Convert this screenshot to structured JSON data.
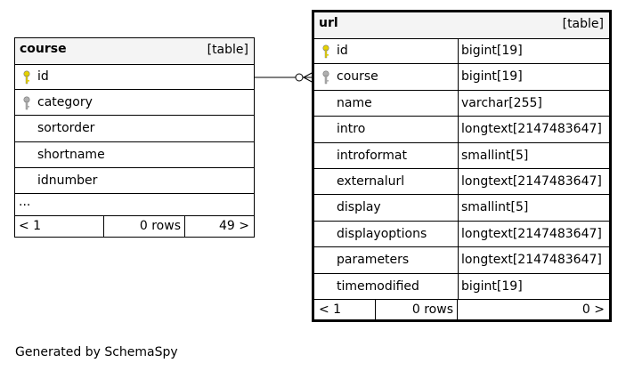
{
  "course_table": {
    "name": "course",
    "tag": "[table]",
    "columns": [
      {
        "name": "id",
        "key": "primary"
      },
      {
        "name": "category",
        "key": "foreign"
      },
      {
        "name": "sortorder",
        "key": "none"
      },
      {
        "name": "shortname",
        "key": "none"
      },
      {
        "name": "idnumber",
        "key": "none"
      }
    ],
    "ellipsis": "...",
    "footer": {
      "parents": "< 1",
      "rows": "0 rows",
      "children": "49 >"
    }
  },
  "url_table": {
    "name": "url",
    "tag": "[table]",
    "columns": [
      {
        "name": "id",
        "type": "bigint[19]",
        "key": "primary"
      },
      {
        "name": "course",
        "type": "bigint[19]",
        "key": "foreign"
      },
      {
        "name": "name",
        "type": "varchar[255]",
        "key": "none"
      },
      {
        "name": "intro",
        "type": "longtext[2147483647]",
        "key": "none"
      },
      {
        "name": "introformat",
        "type": "smallint[5]",
        "key": "none"
      },
      {
        "name": "externalurl",
        "type": "longtext[2147483647]",
        "key": "none"
      },
      {
        "name": "display",
        "type": "smallint[5]",
        "key": "none"
      },
      {
        "name": "displayoptions",
        "type": "longtext[2147483647]",
        "key": "none"
      },
      {
        "name": "parameters",
        "type": "longtext[2147483647]",
        "key": "none"
      },
      {
        "name": "timemodified",
        "type": "bigint[19]",
        "key": "none"
      }
    ],
    "footer": {
      "parents": "< 1",
      "rows": "0 rows",
      "children": "0 >"
    }
  },
  "colors": {
    "primary_key": "#e6d200",
    "foreign_key": "#b0b0b0",
    "header_bg": "#f4f4f4"
  },
  "generated_by": "Generated by SchemaSpy"
}
